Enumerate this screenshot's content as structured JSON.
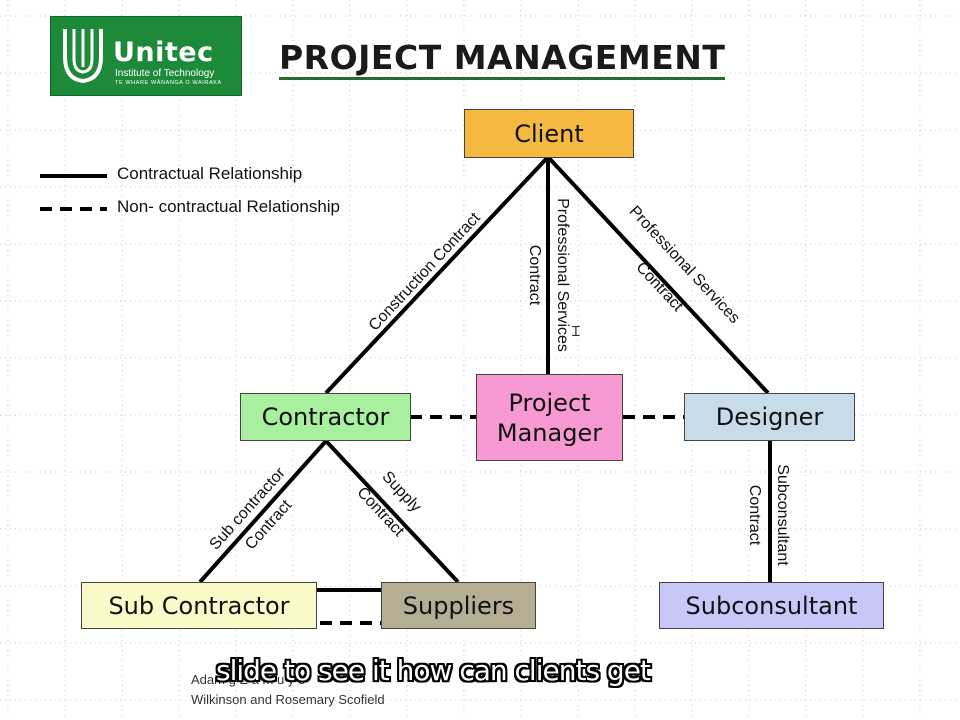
{
  "logo": {
    "brand": "Unitec",
    "subtitle": "Institute of Technology",
    "maori": "TE WHARE WĀNANGA O WAIRAKA"
  },
  "title": "PROJECT MANAGEMENT",
  "legend": {
    "contractual": "Contractual Relationship",
    "non_contractual": "Non- contractual Relationship"
  },
  "nodes": {
    "client": "Client",
    "contractor": "Contractor",
    "project_manager_line1": "Project",
    "project_manager_line2": "Manager",
    "designer": "Designer",
    "sub_contractor": "Sub Contractor",
    "suppliers": "Suppliers",
    "subconsultant": "Subconsultant"
  },
  "colors": {
    "client": "#f5b942",
    "contractor": "#a8f0a0",
    "project_manager": "#f79ad4",
    "designer": "#c8dbe8",
    "sub_contractor": "#fafac8",
    "suppliers": "#b5ad94",
    "subconsultant": "#c8c8f8",
    "logo_green": "#1d8a3a"
  },
  "edge_labels": {
    "construction_contract": "Construction Contract",
    "professional_services_pm_1": "Professional Services",
    "professional_services_pm_2": "Contract",
    "professional_services_designer_1": "Professional Services",
    "professional_services_designer_2": "Contract",
    "sub_contractor_contract_1": "Sub contractor",
    "sub_contractor_contract_2": "Contract",
    "supply_contract_1": "Supply",
    "supply_contract_2": "Contract",
    "subconsultant_contract_1": "Subconsultant",
    "subconsultant_contract_2": "Contract"
  },
  "caption": "slide to see it how can clients get",
  "reference": {
    "line1": "Adam                    g                E                 a      m                                     u                                                y              e",
    "line2": "Wilkinson and Rosemary Scofield"
  }
}
